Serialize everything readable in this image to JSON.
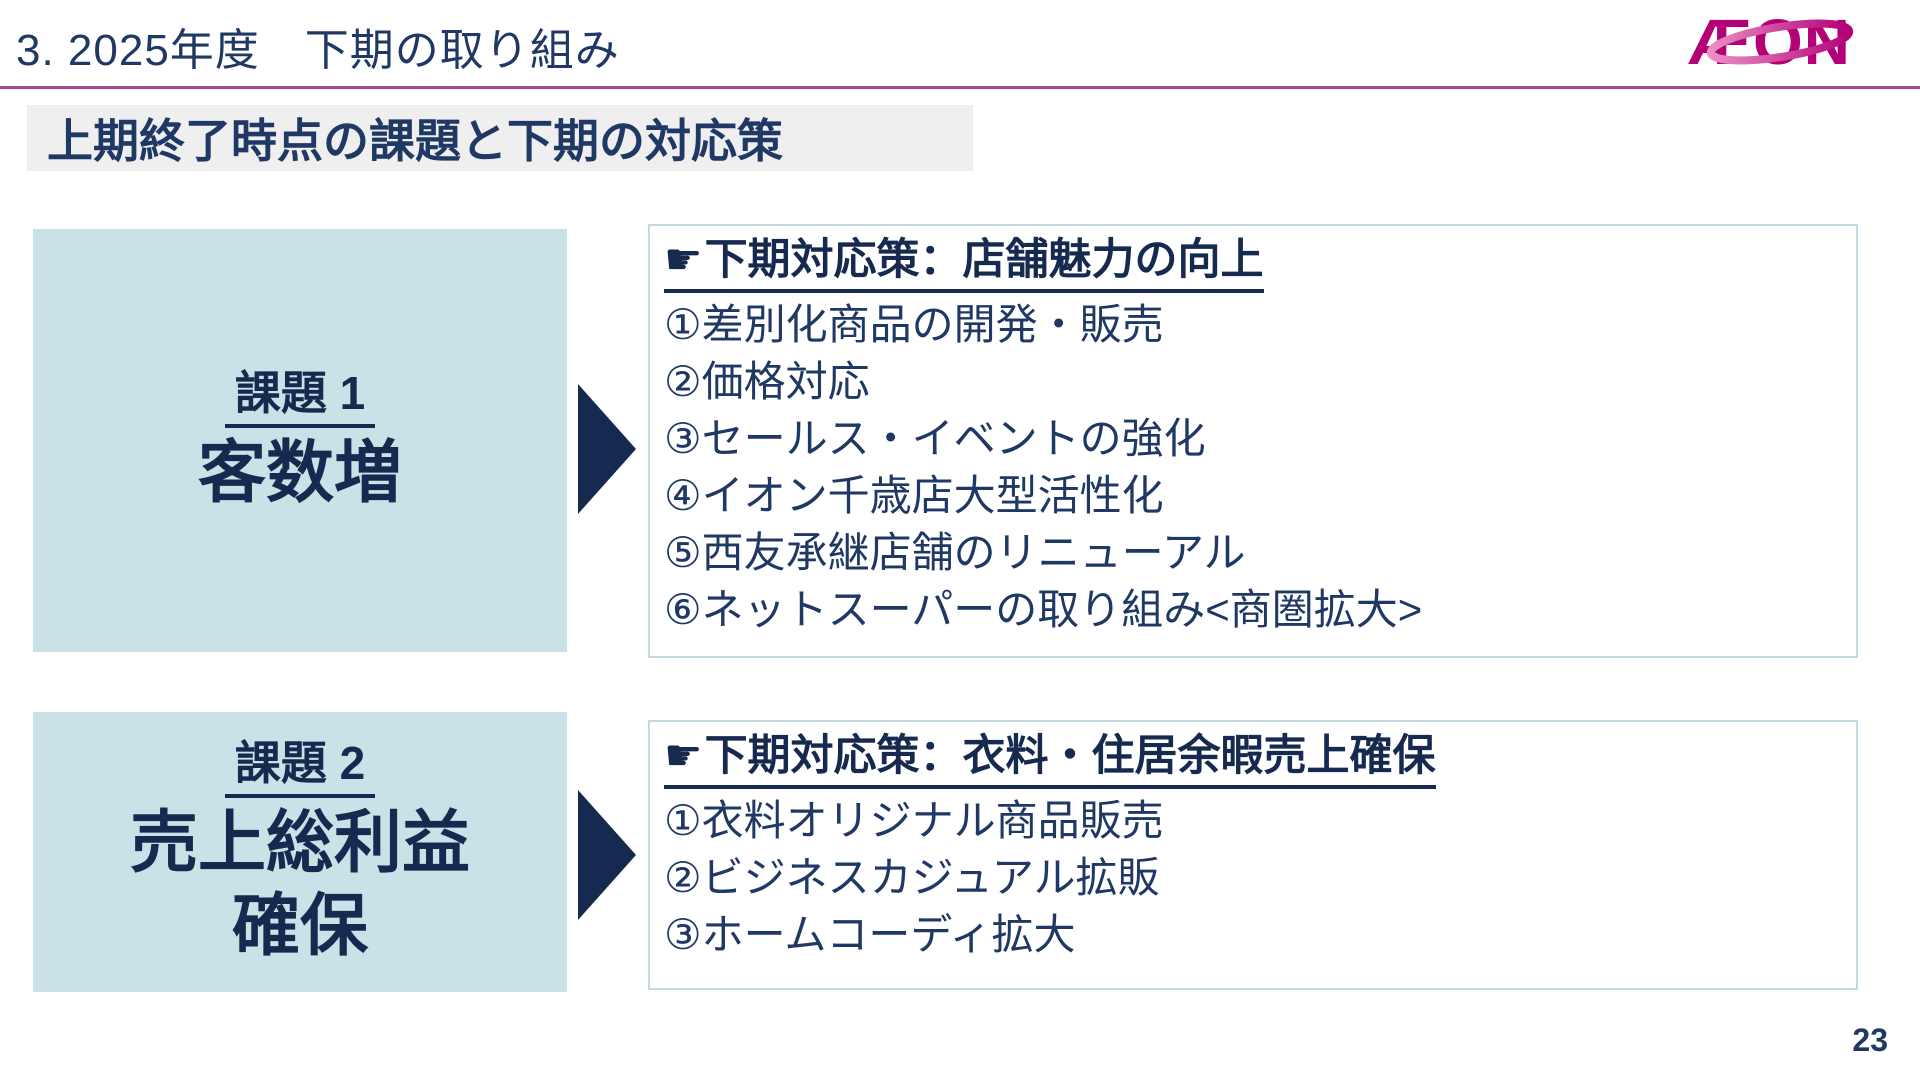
{
  "page": {
    "title": "3. 2025年度　下期の取り組み",
    "section_header": "上期終了時点の課題と下期の対応策",
    "logo_text": "ÆON",
    "page_number": "23"
  },
  "icons": {
    "pointer": "☛"
  },
  "colors": {
    "navy_text": "#1f3864",
    "deep_navy": "#16294e",
    "pale_blue_box": "#c8e2e8",
    "box_border": "#c3d8e0",
    "header_band_gray": "#efefef",
    "title_rule_magenta": "#a3479f",
    "logo_magenta": "#b30077"
  },
  "sections": [
    {
      "issue_label": "課題 1",
      "issue_title": "客数増",
      "response_title": "下期対応策：店舗魅力の向上",
      "items": [
        "①差別化商品の開発・販売",
        "②価格対応",
        "③セールス・イベントの強化",
        "④イオン千歳店大型活性化",
        "⑤西友承継店舗のリニューアル",
        "⑥ネットスーパーの取り組み<商圏拡大>"
      ]
    },
    {
      "issue_label": "課題 2",
      "issue_title_line1": "売上総利益",
      "issue_title_line2": "確保",
      "response_title": "下期対応策：衣料・住居余暇売上確保",
      "items": [
        "①衣料オリジナル商品販売",
        "②ビジネスカジュアル拡販",
        "③ホームコーディ拡大"
      ]
    }
  ]
}
